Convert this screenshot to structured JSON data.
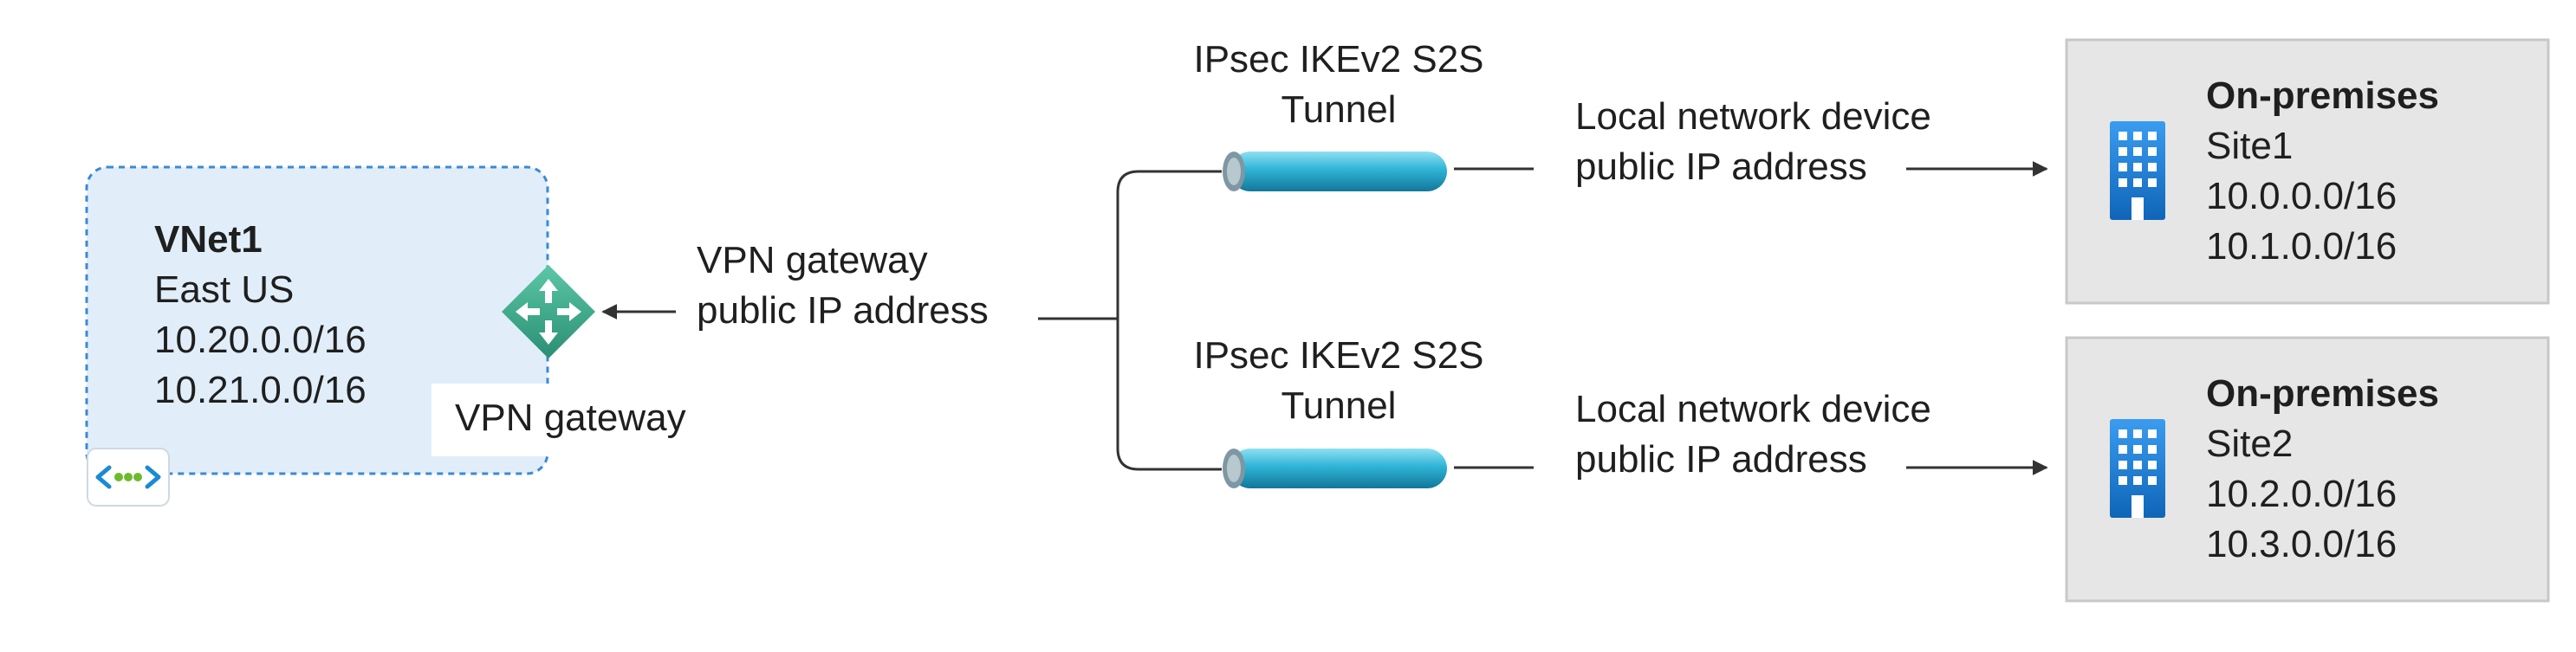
{
  "vnet": {
    "name": "VNet1",
    "region": "East US",
    "prefixes": [
      "10.20.0.0/16",
      "10.21.0.0/16"
    ],
    "gateway_label": "VPN gateway",
    "icon": "virtual-network-icon",
    "gateway_icon": "vpn-gateway-icon"
  },
  "gateway_ip_label": [
    "VPN gateway",
    "public IP address"
  ],
  "tunnels": [
    {
      "label": [
        "IPsec IKEv2 S2S",
        "Tunnel"
      ],
      "device_label": [
        "Local network device",
        "public IP address"
      ],
      "icon": "tunnel-pipe-icon"
    },
    {
      "label": [
        "IPsec IKEv2 S2S",
        "Tunnel"
      ],
      "device_label": [
        "Local network device",
        "public IP address"
      ],
      "icon": "tunnel-pipe-icon"
    }
  ],
  "sites": [
    {
      "title": "On-premises",
      "name": "Site1",
      "prefixes": [
        "10.0.0.0/16",
        "10.1.0.0/16"
      ],
      "icon": "building-icon"
    },
    {
      "title": "On-premises",
      "name": "Site2",
      "prefixes": [
        "10.2.0.0/16",
        "10.3.0.0/16"
      ],
      "icon": "building-icon"
    }
  ],
  "colors": {
    "vnet_fill": "#e1eefa",
    "vnet_border": "#3a8ad6",
    "site_fill": "#e6e6e6",
    "tunnel": "#2fa7cc",
    "gateway": "#3fae8e",
    "building": "#1b7fd6",
    "line": "#333333"
  }
}
